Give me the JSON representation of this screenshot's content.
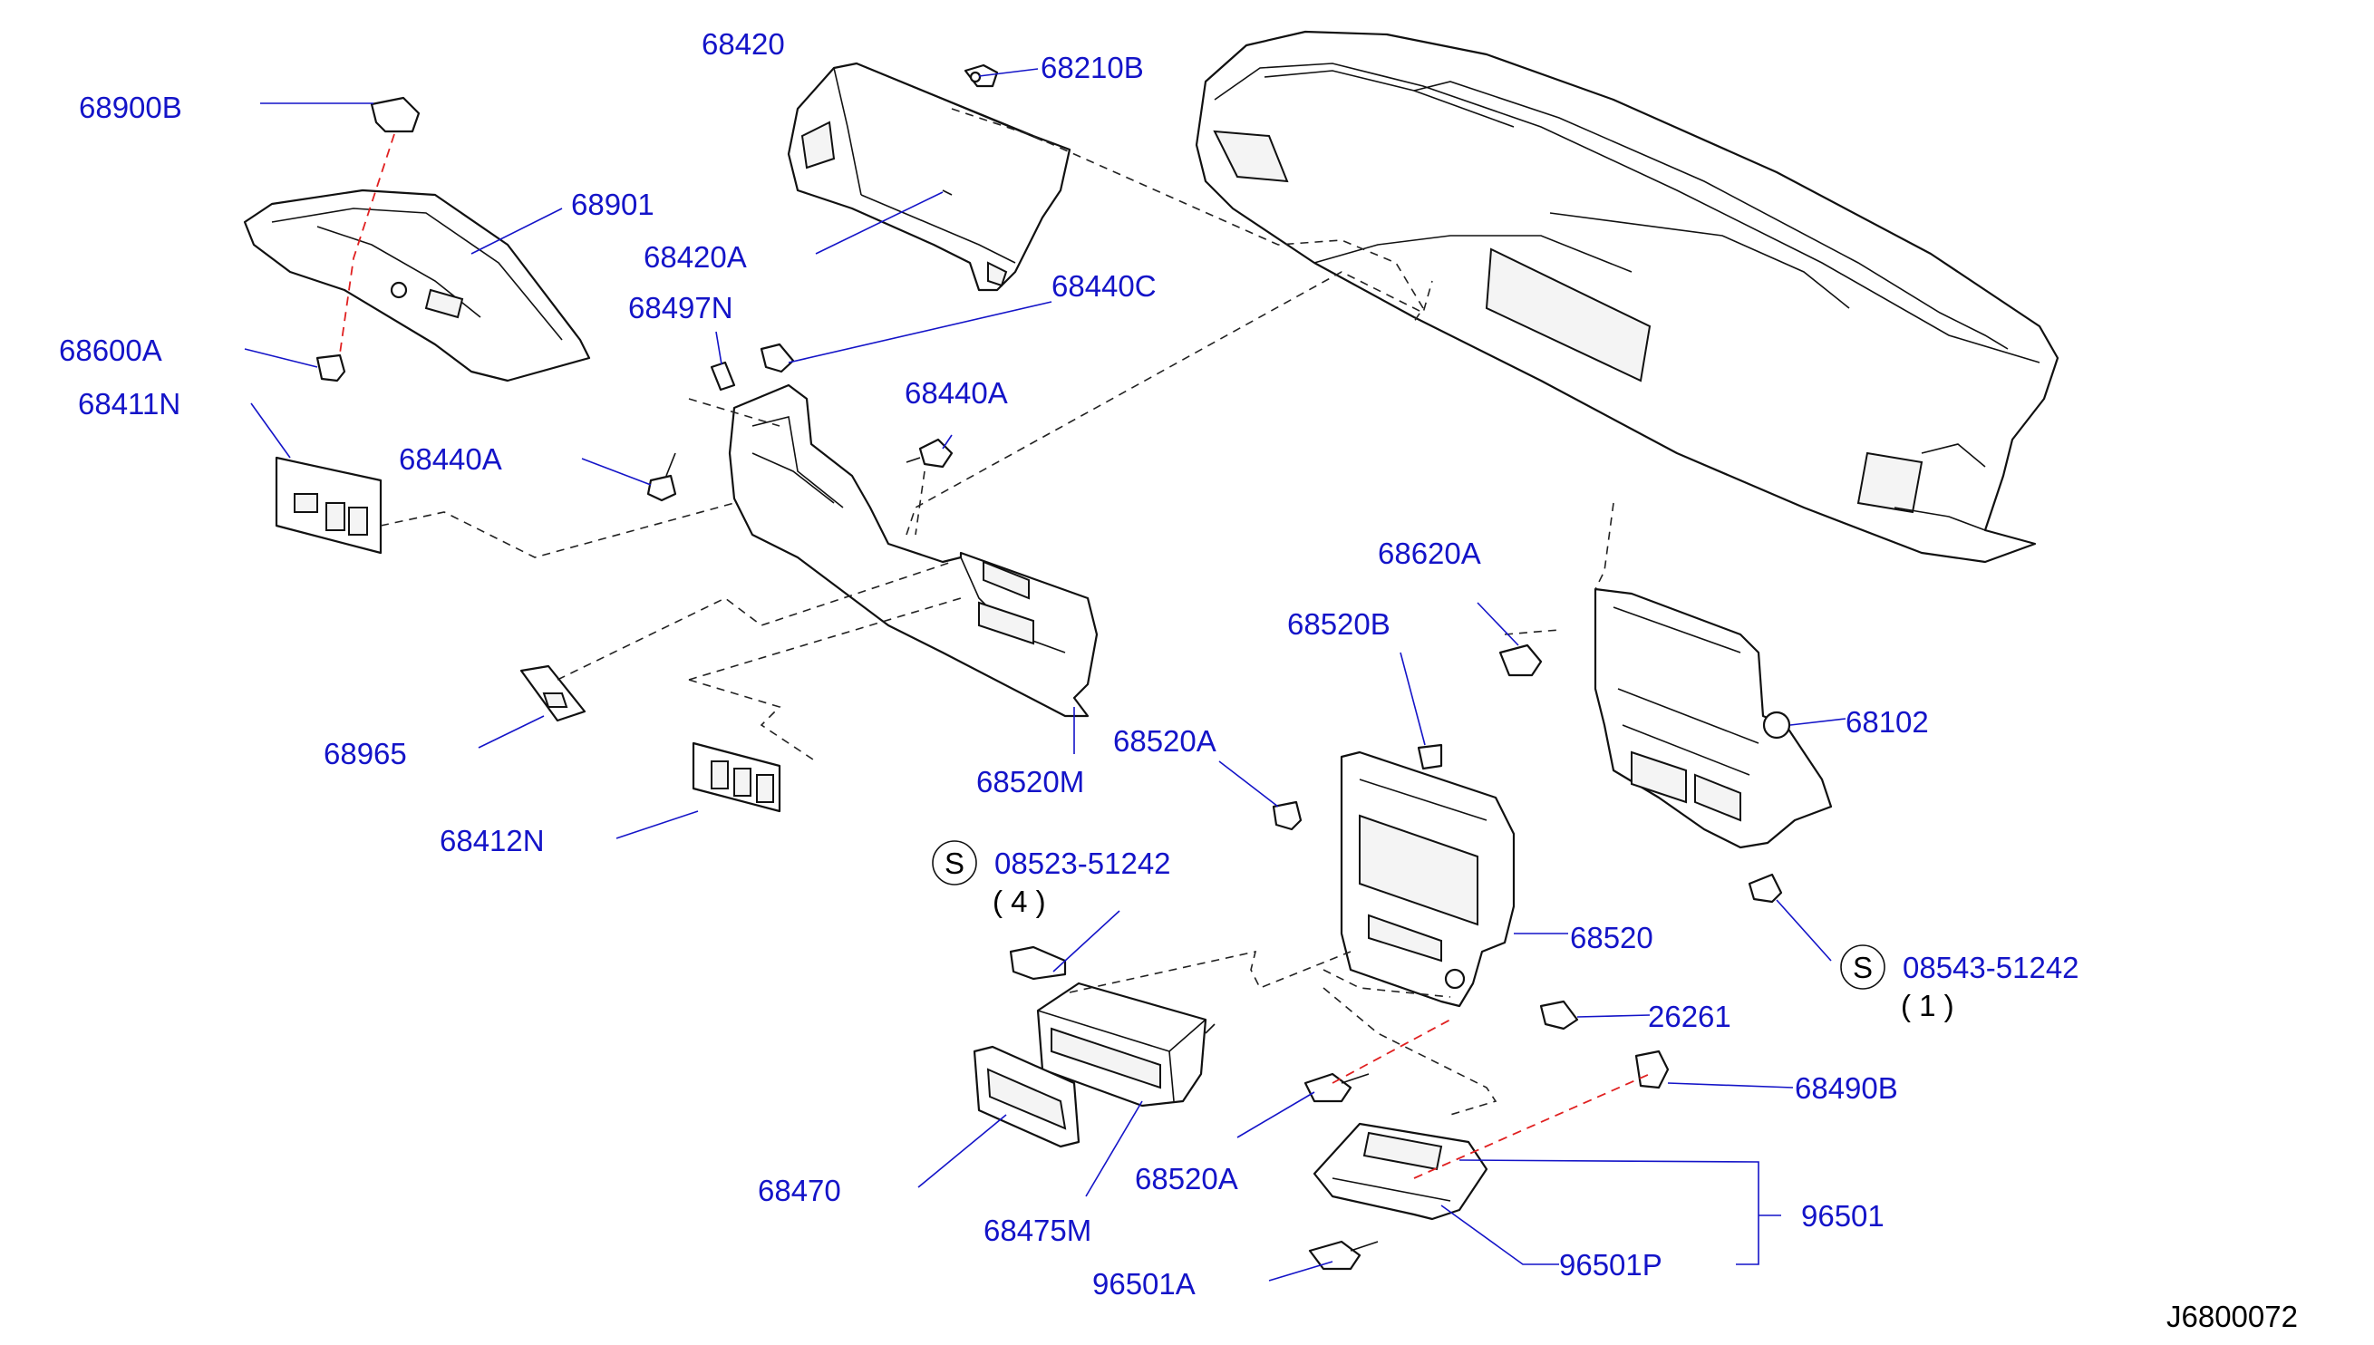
{
  "diagram": {
    "id": "J6800072",
    "colors": {
      "label": "#1414c8",
      "lines": "#111111",
      "assembly_line": "#e02020"
    },
    "parts": [
      {
        "key": "p68900B",
        "number": "68900B"
      },
      {
        "key": "p68420",
        "number": "68420"
      },
      {
        "key": "p68210B",
        "number": "68210B"
      },
      {
        "key": "p68901",
        "number": "68901"
      },
      {
        "key": "p68420A",
        "number": "68420A"
      },
      {
        "key": "p68440C",
        "number": "68440C"
      },
      {
        "key": "p68497N",
        "number": "68497N"
      },
      {
        "key": "p68600A",
        "number": "68600A"
      },
      {
        "key": "p68411N",
        "number": "68411N"
      },
      {
        "key": "p68440A_left",
        "number": "68440A"
      },
      {
        "key": "p68440A_right",
        "number": "68440A"
      },
      {
        "key": "p68620A",
        "number": "68620A"
      },
      {
        "key": "p68520B",
        "number": "68520B"
      },
      {
        "key": "p68102",
        "number": "68102"
      },
      {
        "key": "p68965",
        "number": "68965"
      },
      {
        "key": "p68520A_upper",
        "number": "68520A"
      },
      {
        "key": "p68520M",
        "number": "68520M"
      },
      {
        "key": "p68412N",
        "number": "68412N"
      },
      {
        "key": "p68520",
        "number": "68520"
      },
      {
        "key": "p26261",
        "number": "26261"
      },
      {
        "key": "p68490B",
        "number": "68490B"
      },
      {
        "key": "p68470",
        "number": "68470"
      },
      {
        "key": "p68475M",
        "number": "68475M"
      },
      {
        "key": "p68520A_lower",
        "number": "68520A"
      },
      {
        "key": "p96501",
        "number": "96501"
      },
      {
        "key": "p96501P",
        "number": "96501P"
      },
      {
        "key": "p96501A",
        "number": "96501A"
      }
    ],
    "screws": [
      {
        "key": "s1",
        "symbol": "S",
        "number": "08523-51242",
        "quantity": "( 4 )"
      },
      {
        "key": "s2",
        "symbol": "S",
        "number": "08543-51242",
        "quantity": "( 1 )"
      }
    ]
  }
}
